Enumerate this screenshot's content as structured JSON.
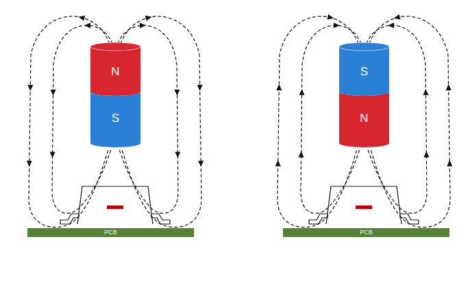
{
  "diagram": {
    "nodes": [
      {
        "text": [
          "N"
        ]
      },
      {
        "text": [
          "S"
        ]
      },
      {
        "text": [
          "PCB"
        ]
      },
      {
        "text": [
          "S"
        ]
      },
      {
        "text": [
          "N"
        ]
      },
      {
        "text": [
          "PCB"
        ]
      }
    ]
  }
}
